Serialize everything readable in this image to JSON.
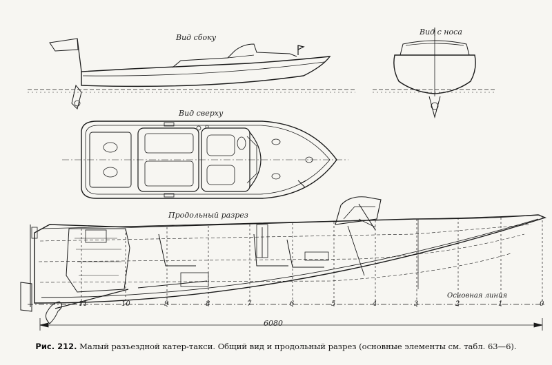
{
  "views": {
    "side": "Вид сбоку",
    "front": "Вид с носа",
    "top": "Вид сверху",
    "section": "Продольный разрез"
  },
  "stations": [
    "11",
    "10",
    "9",
    "8",
    "7",
    "6",
    "5",
    "4",
    "3",
    "2",
    "1",
    "0"
  ],
  "baseline_label": "Основная линия",
  "overall_length": "6080",
  "caption": {
    "fig": "Рис. 212.",
    "text": "Малый разъездной катер-такси. Общий вид и продольный разрез (основные элементы см. табл. 63—6)."
  }
}
